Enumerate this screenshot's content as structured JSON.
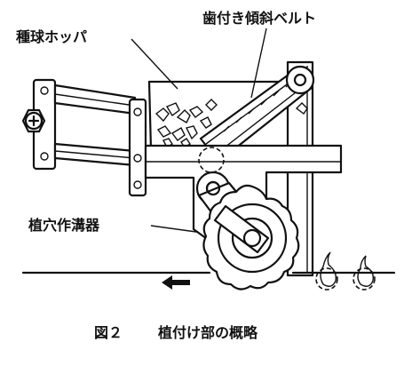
{
  "labels": {
    "belt": "歯付き傾斜ベルト",
    "hopper": "種球ホッパ",
    "opener": "植穴作溝器"
  },
  "caption": {
    "figure_number": "図２",
    "title": "植付け部の概略"
  },
  "icons": {
    "direction_arrow": "left-arrow",
    "crank_knob": "plus-circle"
  }
}
